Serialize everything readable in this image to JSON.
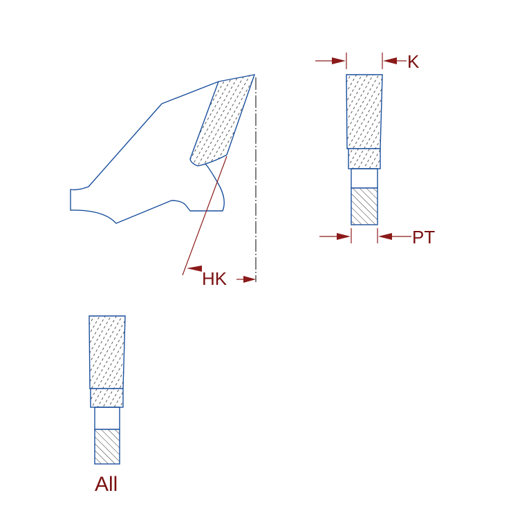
{
  "labels": {
    "k": "K",
    "pt": "PT",
    "hk": "HK",
    "all": "All"
  },
  "colors": {
    "outline": "#1a4f9c",
    "dimension": "#8b1a1a",
    "label": "#7a1010",
    "hatch": "#333333"
  }
}
